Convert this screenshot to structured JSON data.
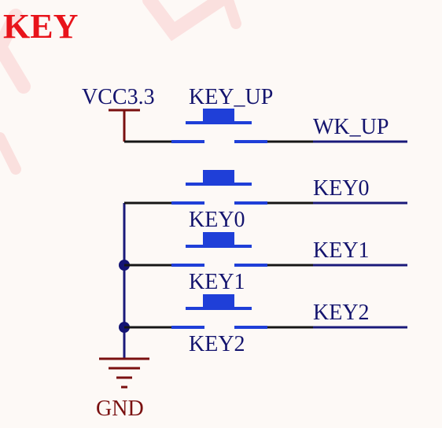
{
  "title": "KEY",
  "power": {
    "vcc_label": "VCC3.3",
    "gnd_label": "GND"
  },
  "switches": [
    {
      "ref": "KEY_UP",
      "net": "WK_UP"
    },
    {
      "ref": "KEY0",
      "net": "KEY0"
    },
    {
      "ref": "KEY1",
      "net": "KEY1"
    },
    {
      "ref": "KEY2",
      "net": "KEY2"
    }
  ],
  "colors": {
    "title": "#e8141b",
    "power": "#7a1010",
    "text": "#14146e",
    "wire": "#161616",
    "switch": "#1f3fd8",
    "net_line": "#1a1a7a",
    "junction": "#141474"
  }
}
